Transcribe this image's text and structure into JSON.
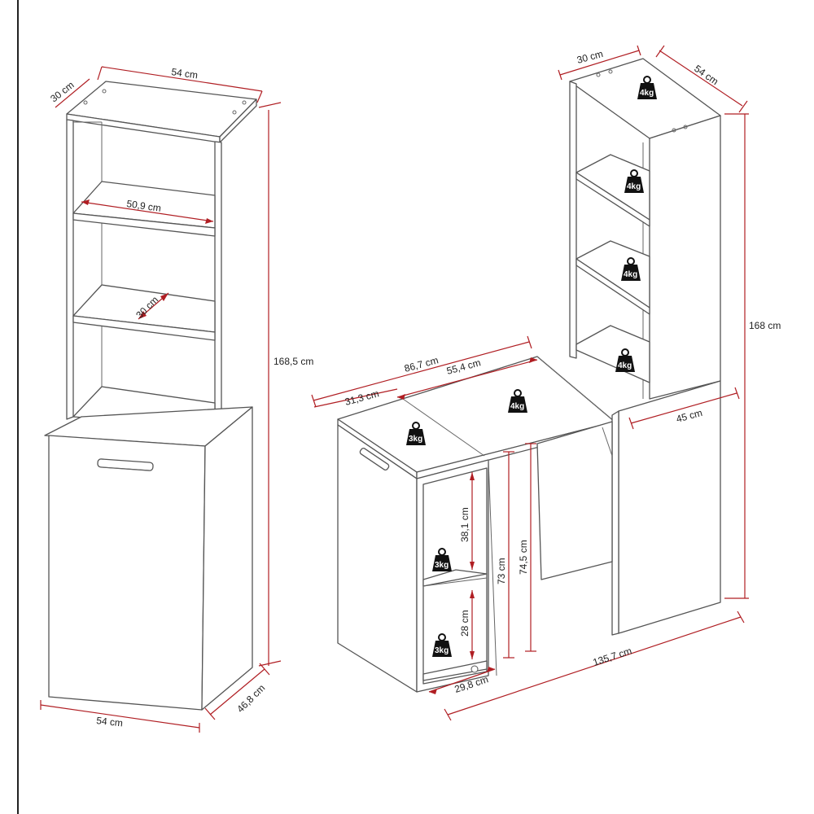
{
  "colors": {
    "line": "#555555",
    "dimension": "#b01e23",
    "weight": "#111111",
    "background": "#ffffff"
  },
  "closed_view": {
    "width_top": "54 cm",
    "depth_top": "30 cm",
    "shelf_width": "50,9 cm",
    "shelf_depth": "30 cm",
    "height": "168,5 cm",
    "width_bottom": "54 cm",
    "depth_bottom": "46,8 cm"
  },
  "open_view": {
    "top_depth": "30 cm",
    "top_width": "54 cm",
    "height": "168 cm",
    "desk_total": "86,7 cm",
    "desk_top": "55,4 cm",
    "desk_left": "31,3 cm",
    "tower_depth": "45 cm",
    "niche_upper": "38,1 cm",
    "niche_lower": "28 cm",
    "desk_height": "73 cm",
    "desk_height_outer": "74,5 cm",
    "total_width": "135,7 cm",
    "base_depth": "29,8 cm"
  },
  "weights": {
    "w4": "4kg",
    "w3": "3kg"
  }
}
